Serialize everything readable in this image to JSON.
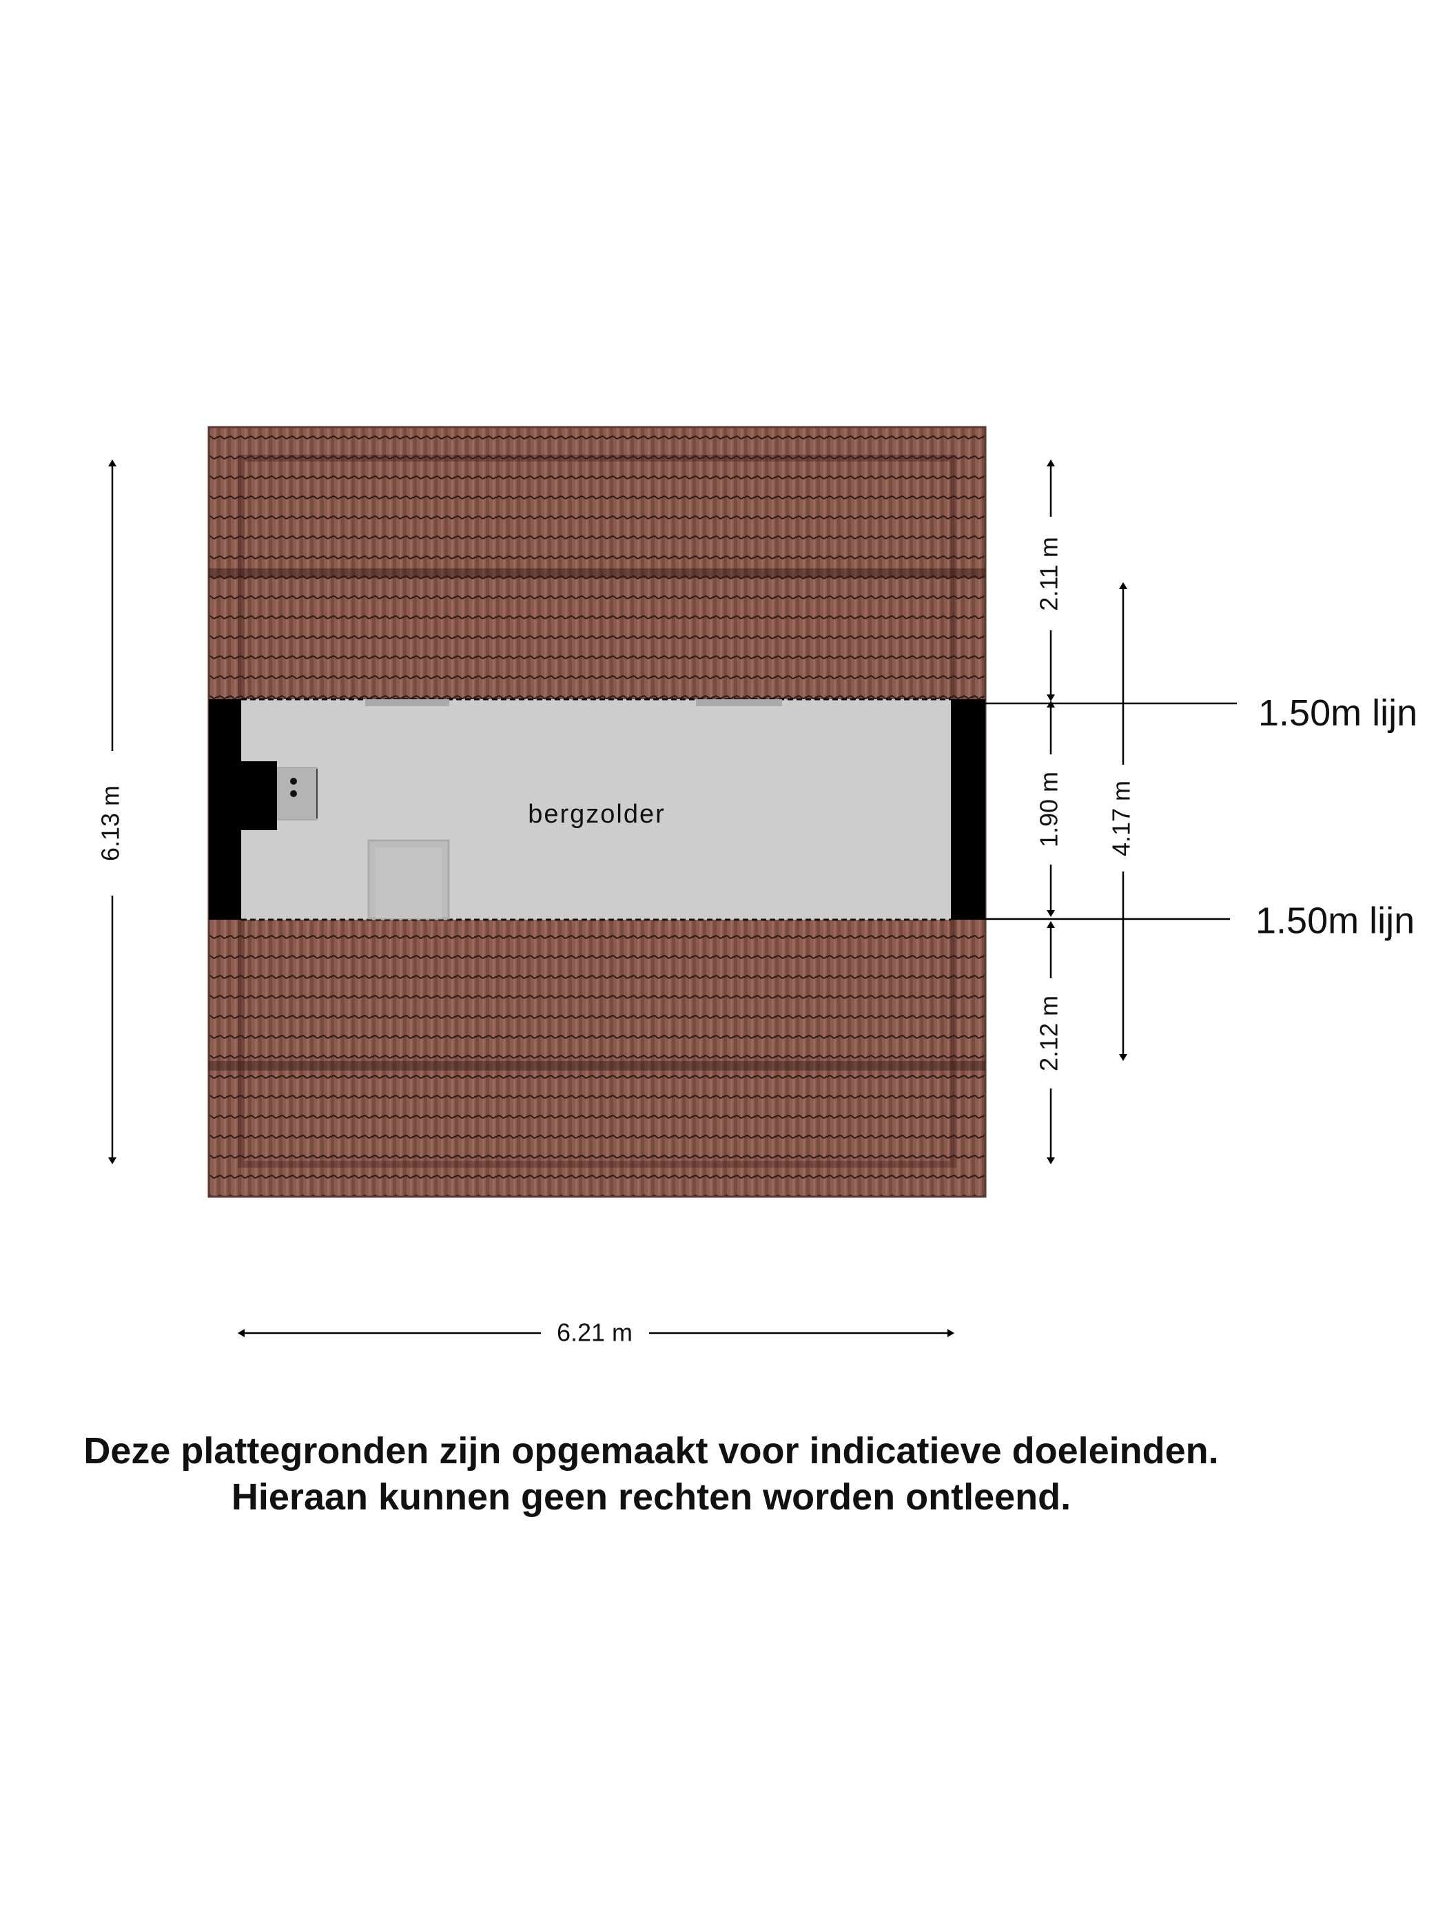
{
  "room": {
    "label": "bergzolder"
  },
  "dimensions": {
    "total_height": "6.13 m",
    "total_width": "6.21 m",
    "top_slope": "2.11 m",
    "middle": "1.90 m",
    "bottom_slope": "2.12 m",
    "inner_span": "4.17 m"
  },
  "height_lines": [
    "1.50m lijn",
    "1.50m lijn"
  ],
  "disclaimer": {
    "line1": "Deze plattegronden zijn opgemaakt voor indicatieve doeleinden.",
    "line2": "Hieraan kunnen geen rechten worden ontleend."
  },
  "colors": {
    "roof": "#8a5a4e",
    "floor": "#cdcdcd",
    "wall": "#000000"
  }
}
